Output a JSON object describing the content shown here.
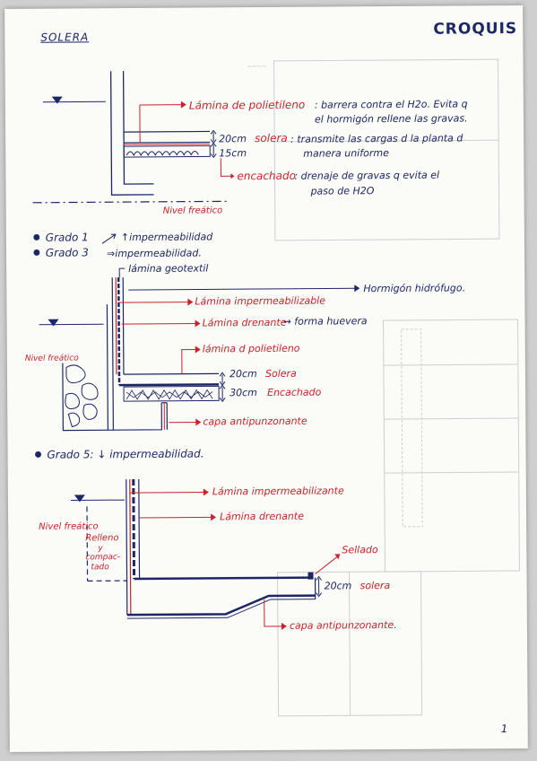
{
  "header": {
    "section": "SOLERA",
    "title": "CROQUIS"
  },
  "sec1": {
    "lamina": "Lámina de polietileno",
    "lamina_desc1": ": barrera contra el H2o. Evita q",
    "lamina_desc2": "el hormigón rellene las gravas.",
    "dim1": "20cm",
    "solera": "solera",
    "solera_desc1": ": transmite las cargas d la planta d",
    "solera_desc2": "manera uniforme",
    "dim2": "15cm",
    "encachado": "encachado",
    "encachado_desc1": ": drenaje de gravas q evita el",
    "encachado_desc2": "paso de H2O",
    "nivel": "Nivel freático"
  },
  "grados": {
    "g1_label": "Grado 1",
    "g1_text": "↑impermeabilidad",
    "g3_label": "Grado 3",
    "g3_text": "⇒impermeabilidad."
  },
  "sec2": {
    "geotextil": "lámina geotextil",
    "hormigon": "Hormigón hidrófugo.",
    "imperm": "Lámina impermeabilizable",
    "drenante": "Lámina drenante",
    "drenante_extra": "⇝ forma huevera",
    "polietileno": "lámina d polietileno",
    "nivel": "Nivel freático",
    "dim1": "20cm",
    "solera": "Solera",
    "dim2": "30cm",
    "encachado": "Encachado",
    "capa": "capa antipunzonante"
  },
  "grado5": {
    "text": "Grado 5: ↓ impermeabilidad."
  },
  "sec3": {
    "imperm": "Lámina impermeabilizante",
    "drenante": "Lámina drenante",
    "nivel": "Nivel freático",
    "relleno1": "Relleno",
    "relleno2": "y",
    "relleno3": "compac-",
    "relleno4": "tado",
    "sellado": "Sellado",
    "dim": "20cm",
    "solera": "solera",
    "capa": "capa antipunzonante."
  },
  "page_number": "1",
  "colors": {
    "ink_blue": "#1d2766",
    "ink_red": "#c8232c",
    "paper": "#fbfbf8"
  }
}
